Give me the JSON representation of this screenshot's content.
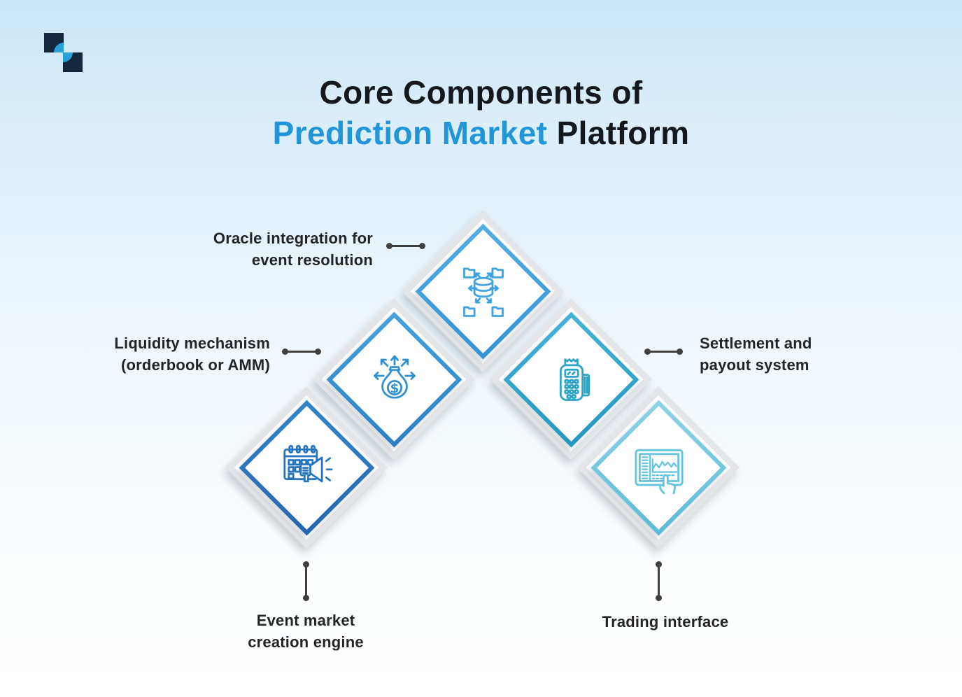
{
  "page": {
    "background_top": "#c9e6f8",
    "background_bottom": "#ffffff"
  },
  "logo": {
    "name": "brand-logo",
    "navy": "#14273e",
    "light_blue": "#2b9fd8"
  },
  "title": {
    "line1": "Core Components of",
    "line2_highlight": "Prediction Market",
    "line2_rest": " Platform",
    "highlight_color": "#2095d8",
    "text_color": "#15181c"
  },
  "connector_color": "#3f3f3f",
  "frame_color": "#e4e5e8",
  "nodes": [
    {
      "id": "oracle-integration",
      "label_line1": "Oracle integration for",
      "label_line2": "event resolution",
      "icon": "database-distribution-icon",
      "border_gradient": [
        "#54aee6",
        "#2f93d6"
      ],
      "icon_color": "#3fa2e0",
      "position": "top"
    },
    {
      "id": "liquidity-mechanism",
      "label_line1": "Liquidity mechanism",
      "label_line2": "(orderbook or AMM)",
      "icon": "money-bag-arrows-icon",
      "border_gradient": [
        "#46a3dd",
        "#2b7fc2"
      ],
      "icon_color": "#2f8fd0",
      "position": "middle-left"
    },
    {
      "id": "settlement-payout",
      "label_line1": "Settlement and",
      "label_line2": "payout system",
      "icon": "pos-terminal-icon",
      "border_gradient": [
        "#45b4d8",
        "#2396c0"
      ],
      "icon_color": "#2aa2c6",
      "position": "middle-right"
    },
    {
      "id": "event-market-creation",
      "label_line1": "Event market",
      "label_line2": "creation engine",
      "icon": "calendar-megaphone-icon",
      "border_gradient": [
        "#3286ca",
        "#2465ae"
      ],
      "icon_color": "#2473bc",
      "position": "bottom-left"
    },
    {
      "id": "trading-interface",
      "label_line1": "Trading interface",
      "label_line2": "",
      "icon": "trading-screen-icon",
      "border_gradient": [
        "#8ed3e8",
        "#58bbd8"
      ],
      "icon_color": "#62c3dd",
      "position": "bottom-right"
    }
  ]
}
